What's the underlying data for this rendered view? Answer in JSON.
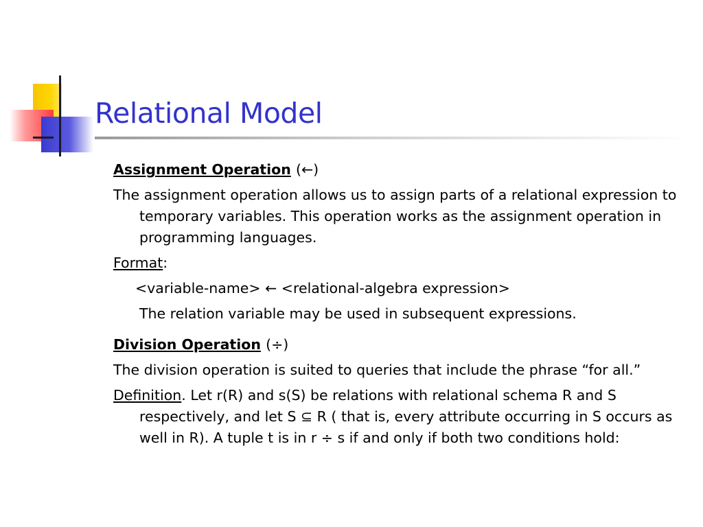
{
  "slide": {
    "title": "Relational Model",
    "assignment": {
      "heading": "Assignment Operation",
      "symbol": "(←)",
      "description": "The assignment operation allows us to assign parts of a relational expression to  temporary variables. This operation works as the assignment operation in programming languages.",
      "format_label": "Format",
      "format_colon": ":",
      "format_line": "<variable-name> ← <relational-algebra expression>",
      "note": "The relation variable may be used in subsequent expressions."
    },
    "division": {
      "heading": "Division Operation",
      "symbol": "(÷)",
      "description": "The division operation is suited to queries that include the phrase “for all.”",
      "definition_label": "Definition",
      "definition_text": ". Let r(R) and s(S) be relations with relational schema R and S respectively, and  let S ⊆ R ( that is, every attribute occurring in S occurs as well in R). A tuple t is in  r ÷ s if and only if both two conditions hold:"
    }
  }
}
